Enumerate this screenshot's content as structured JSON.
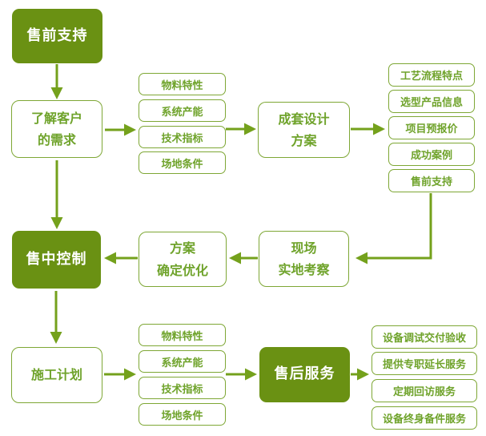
{
  "colors": {
    "box_fill_green": "#6a9113",
    "arrow_green": "#74a11c",
    "border_green": "#7ea735",
    "text_green": "#6fa32b",
    "background": "#ffffff"
  },
  "nodes": {
    "presale": {
      "label": "售前支持"
    },
    "needs": {
      "line1": "了解客户",
      "line2": "的需求"
    },
    "design": {
      "line1": "成套设计",
      "line2": "方案"
    },
    "midsale": {
      "label": "售中控制"
    },
    "plan_opt": {
      "line1": "方案",
      "line2": "确定优化"
    },
    "site": {
      "line1": "现场",
      "line2": "实地考察"
    },
    "construction": {
      "label": "施工计划"
    },
    "aftersale": {
      "label": "售后服务"
    }
  },
  "stacks": {
    "top_inputs": [
      "物料特性",
      "系统产能",
      "技术指标",
      "场地条件"
    ],
    "design_outputs": [
      "工艺流程特点",
      "选型产品信息",
      "项目预报价",
      "成功案例",
      "售前支持"
    ],
    "bottom_inputs": [
      "物料特性",
      "系统产能",
      "技术指标",
      "场地条件"
    ],
    "service_outputs": [
      "设备调试交付验收",
      "提供专职延长服务",
      "定期回访服务",
      "设备终身备件服务"
    ]
  }
}
